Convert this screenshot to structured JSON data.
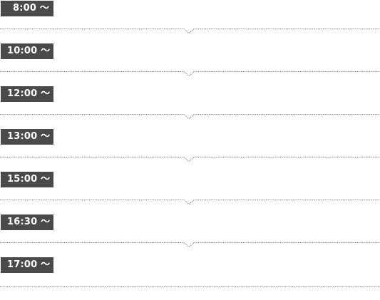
{
  "schedule": {
    "items": [
      {
        "time": "8:00 〜"
      },
      {
        "time": "10:00 〜"
      },
      {
        "time": "12:00 〜"
      },
      {
        "time": "13:00 〜"
      },
      {
        "time": "15:00 〜"
      },
      {
        "time": "16:30 〜"
      },
      {
        "time": "17:00 〜"
      }
    ]
  },
  "colors": {
    "badge_bg": "#4a4a4a",
    "badge_text": "#ffffff",
    "divider": "#777777"
  }
}
